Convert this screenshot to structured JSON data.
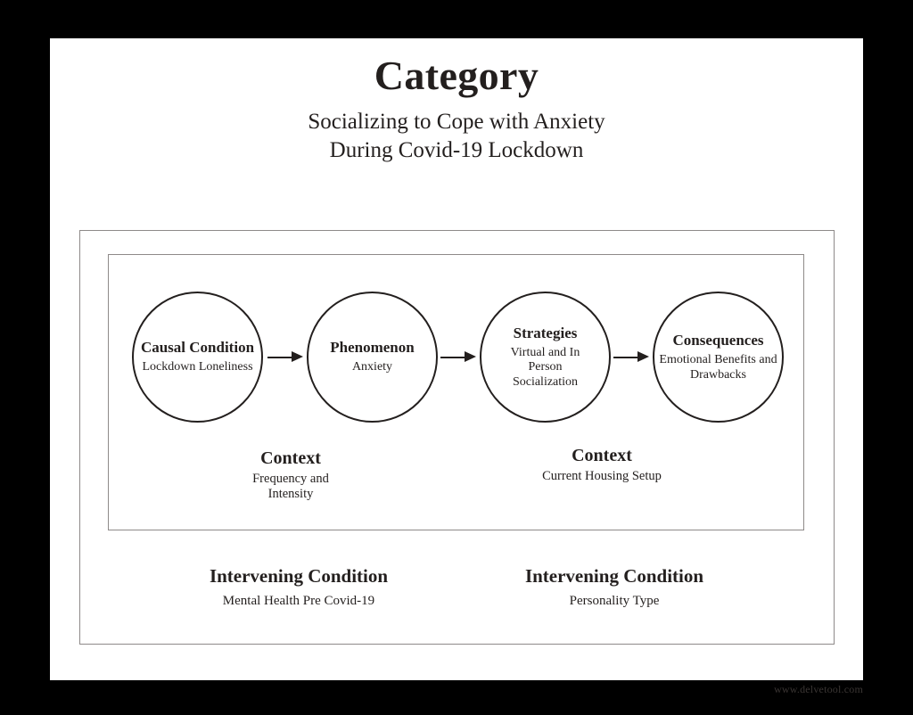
{
  "slide": {
    "title": "Category",
    "subtitle_lines": [
      "Socializing to Cope with Anxiety",
      "During Covid-19 Lockdown"
    ]
  },
  "flow": {
    "nodes": [
      {
        "title": "Causal Condition",
        "sub": "Lockdown Loneliness"
      },
      {
        "title": "Phenomenon",
        "sub": "Anxiety"
      },
      {
        "title": "Strategies",
        "sub": "Virtual and In Person Socialization"
      },
      {
        "title": "Consequences",
        "sub": "Emotional Benefits and Drawbacks"
      }
    ],
    "arrows": [
      "arrow-right",
      "arrow-right",
      "arrow-right"
    ]
  },
  "contexts": [
    {
      "title": "Context",
      "sub": "Frequency and Intensity"
    },
    {
      "title": "Context",
      "sub": "Current Housing Setup"
    }
  ],
  "intervening_conditions": [
    {
      "title": "Intervening Condition",
      "sub": "Mental Health Pre Covid-19"
    },
    {
      "title": "Intervening Condition",
      "sub": "Personality Type"
    }
  ],
  "watermark": "www.delvetool.com",
  "colors": {
    "background": "#000000",
    "slide": "#ffffff",
    "ink": "#231f1e",
    "frame_line": "#8e8a89",
    "watermark": "#3a3533"
  }
}
